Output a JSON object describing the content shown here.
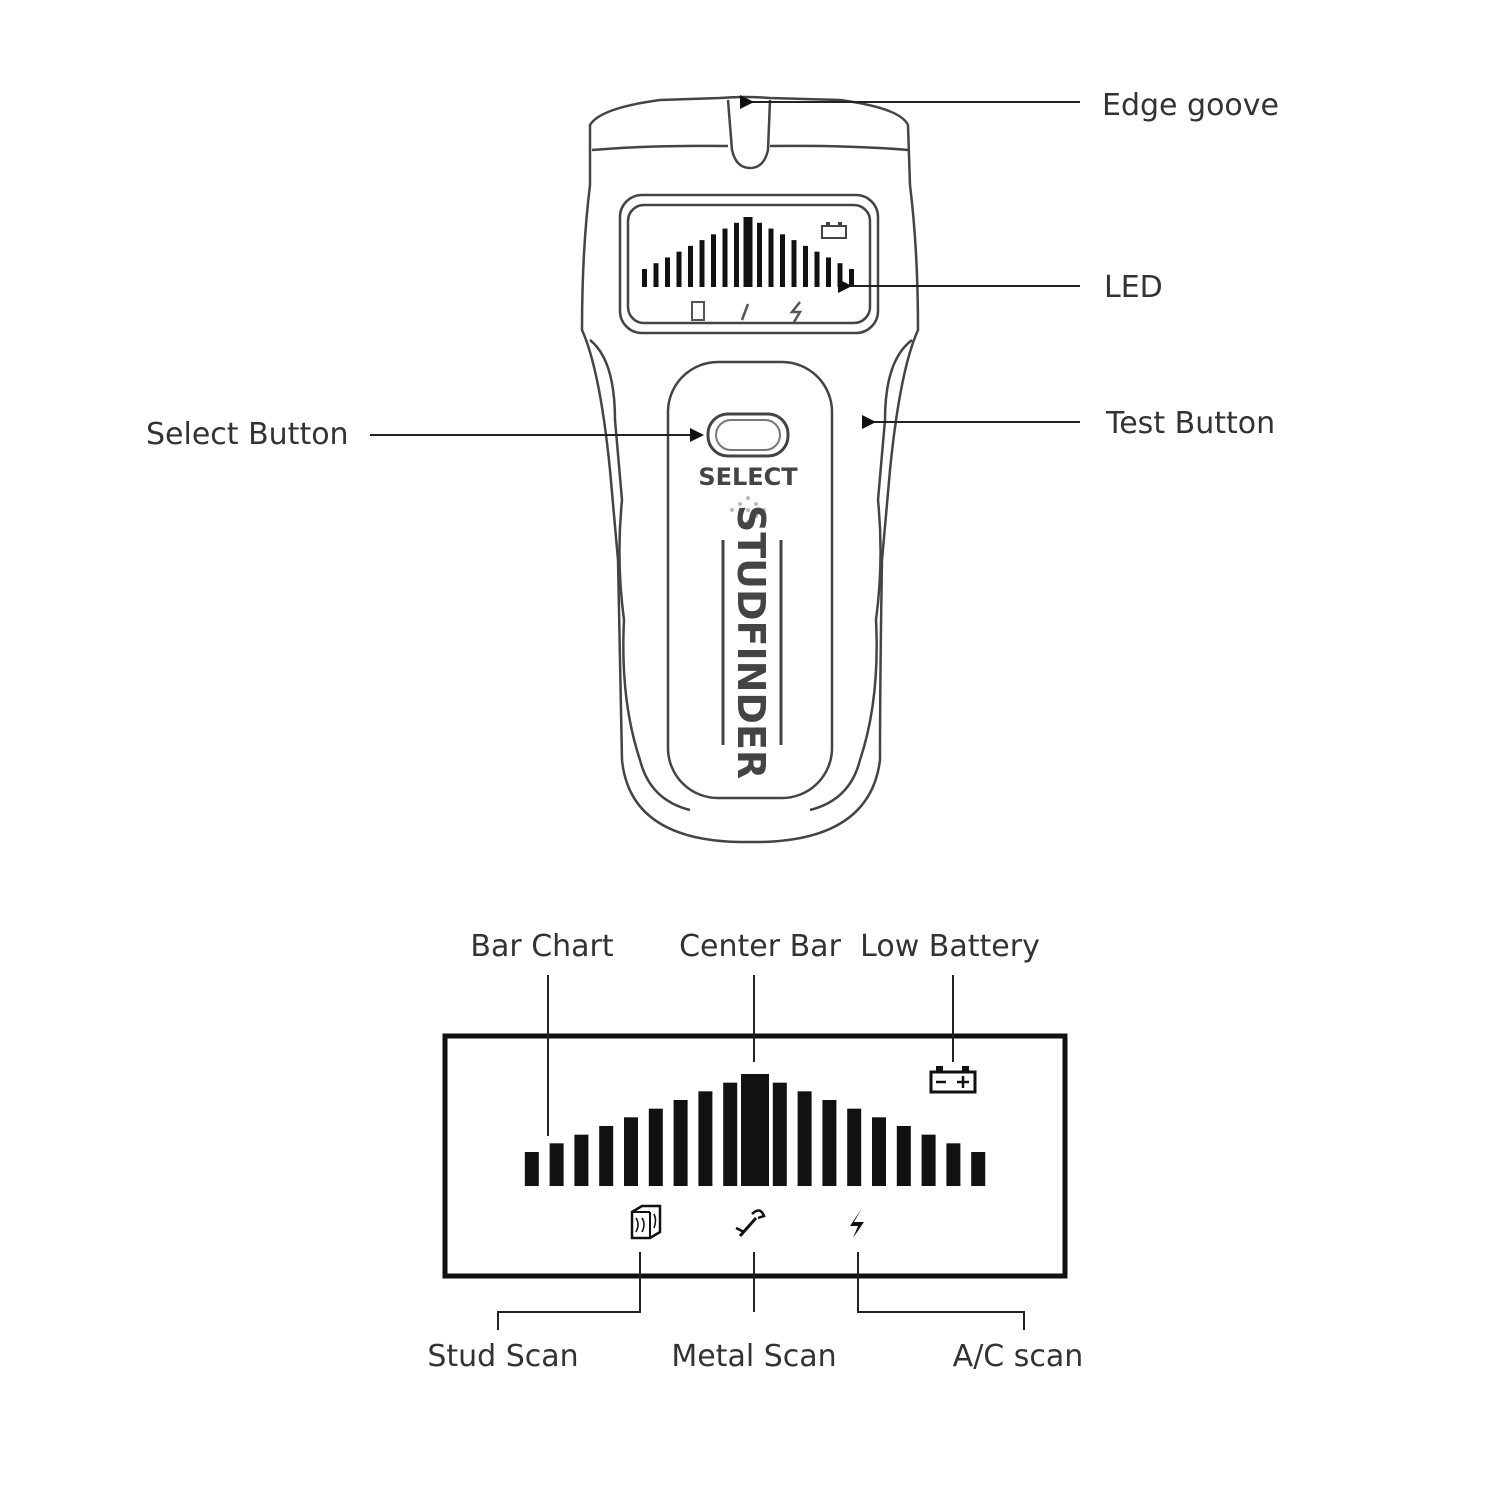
{
  "device": {
    "select_text": "SELECT",
    "brand_text": "STUDFINDER",
    "callouts": {
      "edge_groove": "Edge goove",
      "led": "LED",
      "test_button": "Test Button",
      "select_button": "Select Button"
    }
  },
  "display": {
    "labels": {
      "bar_chart": "Bar Chart",
      "center_bar": "Center Bar",
      "low_battery": "Low Battery",
      "stud_scan": "Stud Scan",
      "metal_scan": "Metal Scan",
      "ac_scan": "A/C scan"
    },
    "icons": [
      "stud-scan-icon",
      "metal-scan-icon",
      "ac-scan-icon",
      "battery-icon"
    ]
  }
}
